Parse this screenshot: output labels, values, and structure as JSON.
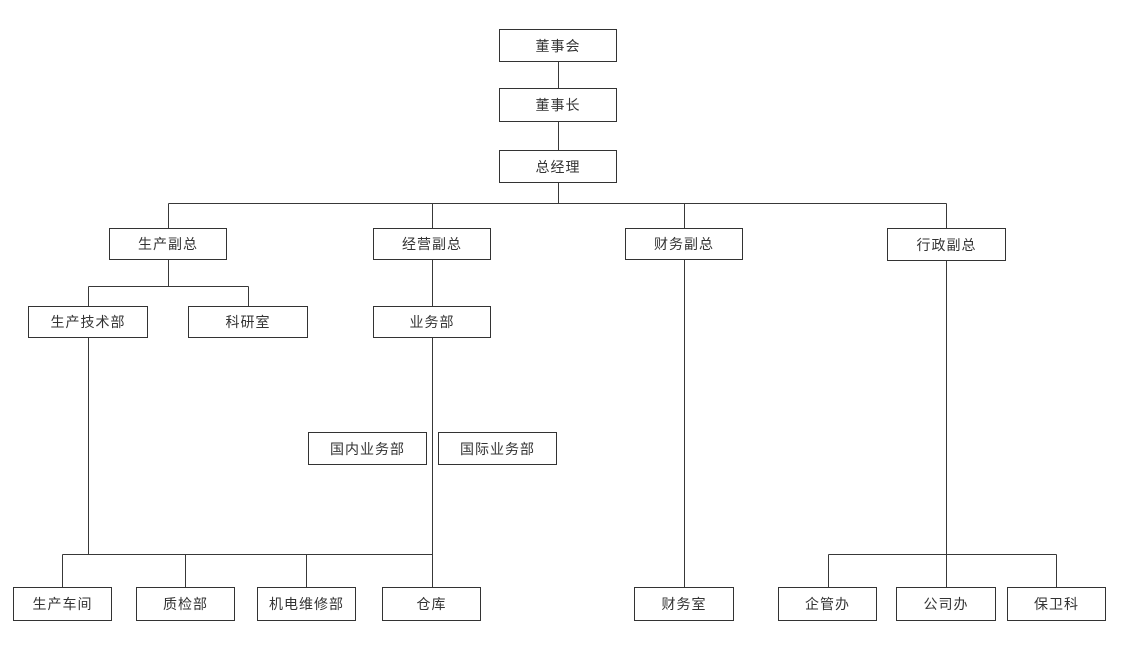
{
  "org_chart": {
    "colors": {
      "background": "#ffffff",
      "line": "#383838",
      "node_border": "#333333",
      "text": "#333333"
    },
    "nodes": {
      "board": {
        "label": "董事会"
      },
      "chairman": {
        "label": "董事长"
      },
      "general_manager": {
        "label": "总经理"
      },
      "vp_production": {
        "label": "生产副总"
      },
      "vp_operations": {
        "label": "经营副总"
      },
      "vp_finance": {
        "label": "财务副总"
      },
      "vp_admin": {
        "label": "行政副总"
      },
      "production_tech_dept": {
        "label": "生产技术部"
      },
      "research_office": {
        "label": "科研室"
      },
      "business_dept": {
        "label": "业务部"
      },
      "domestic_business_dept": {
        "label": "国内业务部"
      },
      "international_business_dept": {
        "label": "国际业务部"
      },
      "production_workshop": {
        "label": "生产车间"
      },
      "quality_inspection_dept": {
        "label": "质检部"
      },
      "mech_elec_maintenance_dept": {
        "label": "机电维修部"
      },
      "warehouse": {
        "label": "仓库"
      },
      "finance_office": {
        "label": "财务室"
      },
      "enterprise_mgmt_office": {
        "label": "企管办"
      },
      "company_office": {
        "label": "公司办"
      },
      "security_section": {
        "label": "保卫科"
      }
    },
    "connections": [
      "董事会 → 董事长",
      "董事长 → 总经理",
      "总经理 → 生产副总 / 经营副总 / 财务副总 / 行政副总",
      "生产副总 → 生产技术部 / 科研室",
      "经营副总 → 业务部",
      "业务部 → 国内业务部 / 国际业务部",
      "生产技术部 + 业务部 → 生产车间 / 质检部 / 机电维修部 / 仓库 (共用横线)",
      "财务副总 → 财务室",
      "行政副总 → 企管办 / 公司办 / 保卫科"
    ]
  }
}
